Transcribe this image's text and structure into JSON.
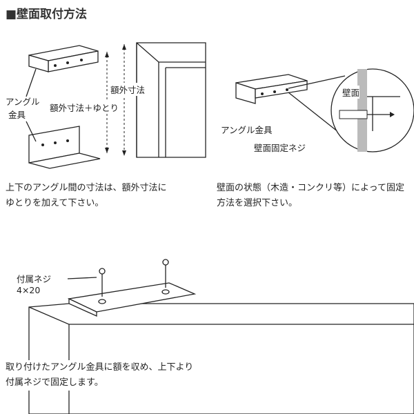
{
  "title": "■壁面取付方法",
  "diagram1": {
    "angle_label_line1": "アングル",
    "angle_label_line2": "金具",
    "outer_dim_label": "額外寸法",
    "outer_dim_plus_label": "額外寸法＋ゆとり",
    "caption_line1": "上下のアングル間の寸法は、額外寸法に",
    "caption_line2": "ゆとりを加えて下さい。"
  },
  "diagram2": {
    "wall_label": "壁面",
    "angle_label": "アングル金具",
    "screw_label": "壁面固定ネジ",
    "caption_line1": "壁面の状態（木造・コンクリ等）によって固定",
    "caption_line2": "方法を選択下さい。"
  },
  "diagram3": {
    "screw_label_line1": "付属ネジ",
    "screw_label_line2": "4×20",
    "caption_line1": "取り付けたアングル金具に額を収め、上下より",
    "caption_line2": "付属ネジで固定します。"
  }
}
